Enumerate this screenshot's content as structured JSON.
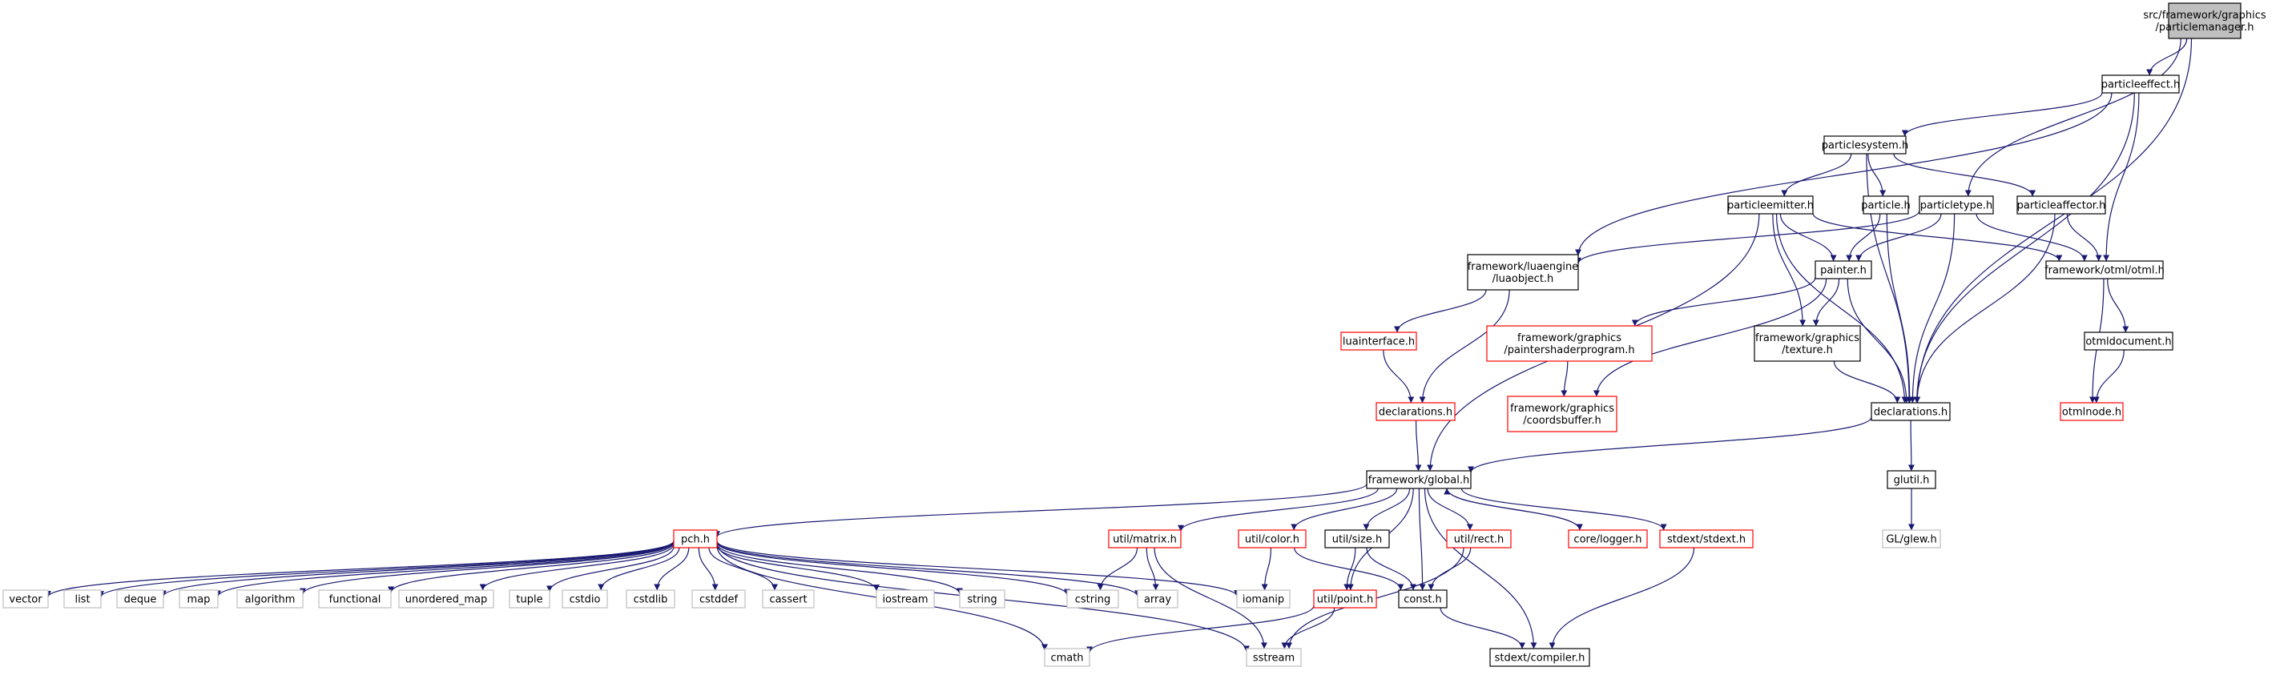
{
  "colors": {
    "edge": "#191970",
    "border_normal": "#000000",
    "border_incomplete": "#ff0000",
    "border_external": "#bfbfbf",
    "fill_root": "#bfbfbf",
    "fill_normal": "#ffffff"
  },
  "nodes": [
    {
      "id": "particlemanager",
      "lines": [
        "src/framework/graphics",
        "/particlemanager.h"
      ],
      "kind": "root"
    },
    {
      "id": "particleeffect",
      "lines": [
        "particleeffect.h"
      ],
      "kind": "normal"
    },
    {
      "id": "particlesystem",
      "lines": [
        "particlesystem.h"
      ],
      "kind": "normal"
    },
    {
      "id": "particleemitter",
      "lines": [
        "particleemitter.h"
      ],
      "kind": "normal"
    },
    {
      "id": "particle",
      "lines": [
        "particle.h"
      ],
      "kind": "normal"
    },
    {
      "id": "particletype",
      "lines": [
        "particletype.h"
      ],
      "kind": "normal"
    },
    {
      "id": "particleaffector",
      "lines": [
        "particleaffector.h"
      ],
      "kind": "normal"
    },
    {
      "id": "luaobject",
      "lines": [
        "framework/luaengine",
        "/luaobject.h"
      ],
      "kind": "normal"
    },
    {
      "id": "painter",
      "lines": [
        "painter.h"
      ],
      "kind": "normal"
    },
    {
      "id": "otml",
      "lines": [
        "framework/otml/otml.h"
      ],
      "kind": "normal"
    },
    {
      "id": "luainterface",
      "lines": [
        "luainterface.h"
      ],
      "kind": "incomplete"
    },
    {
      "id": "paintershaderprogram",
      "lines": [
        "framework/graphics",
        "/paintershaderprogram.h"
      ],
      "kind": "incomplete"
    },
    {
      "id": "texture",
      "lines": [
        "framework/graphics",
        "/texture.h"
      ],
      "kind": "normal"
    },
    {
      "id": "otmldocument",
      "lines": [
        "otmldocument.h"
      ],
      "kind": "normal"
    },
    {
      "id": "declarations_lua",
      "lines": [
        "declarations.h"
      ],
      "kind": "incomplete"
    },
    {
      "id": "coordsbuffer",
      "lines": [
        "framework/graphics",
        "/coordsbuffer.h"
      ],
      "kind": "incomplete"
    },
    {
      "id": "declarations",
      "lines": [
        "declarations.h"
      ],
      "kind": "normal"
    },
    {
      "id": "otmlnode",
      "lines": [
        "otmlnode.h"
      ],
      "kind": "incomplete"
    },
    {
      "id": "global",
      "lines": [
        "framework/global.h"
      ],
      "kind": "normal"
    },
    {
      "id": "glutil",
      "lines": [
        "glutil.h"
      ],
      "kind": "normal"
    },
    {
      "id": "glew",
      "lines": [
        "GL/glew.h"
      ],
      "kind": "external"
    },
    {
      "id": "pch",
      "lines": [
        "pch.h"
      ],
      "kind": "incomplete"
    },
    {
      "id": "matrix",
      "lines": [
        "util/matrix.h"
      ],
      "kind": "incomplete"
    },
    {
      "id": "color",
      "lines": [
        "util/color.h"
      ],
      "kind": "incomplete"
    },
    {
      "id": "size",
      "lines": [
        "util/size.h"
      ],
      "kind": "normal"
    },
    {
      "id": "rect",
      "lines": [
        "util/rect.h"
      ],
      "kind": "incomplete"
    },
    {
      "id": "logger",
      "lines": [
        "core/logger.h"
      ],
      "kind": "incomplete"
    },
    {
      "id": "stdext",
      "lines": [
        "stdext/stdext.h"
      ],
      "kind": "incomplete"
    },
    {
      "id": "vector",
      "lines": [
        "vector"
      ],
      "kind": "external"
    },
    {
      "id": "list",
      "lines": [
        "list"
      ],
      "kind": "external"
    },
    {
      "id": "deque",
      "lines": [
        "deque"
      ],
      "kind": "external"
    },
    {
      "id": "map",
      "lines": [
        "map"
      ],
      "kind": "external"
    },
    {
      "id": "algorithm",
      "lines": [
        "algorithm"
      ],
      "kind": "external"
    },
    {
      "id": "functional",
      "lines": [
        "functional"
      ],
      "kind": "external"
    },
    {
      "id": "unordered_map",
      "lines": [
        "unordered_map"
      ],
      "kind": "external"
    },
    {
      "id": "tuple",
      "lines": [
        "tuple"
      ],
      "kind": "external"
    },
    {
      "id": "cstdio",
      "lines": [
        "cstdio"
      ],
      "kind": "external"
    },
    {
      "id": "cstdlib",
      "lines": [
        "cstdlib"
      ],
      "kind": "external"
    },
    {
      "id": "cstddef",
      "lines": [
        "cstddef"
      ],
      "kind": "external"
    },
    {
      "id": "cassert",
      "lines": [
        "cassert"
      ],
      "kind": "external"
    },
    {
      "id": "iostream",
      "lines": [
        "iostream"
      ],
      "kind": "external"
    },
    {
      "id": "string",
      "lines": [
        "string"
      ],
      "kind": "external"
    },
    {
      "id": "cstring",
      "lines": [
        "cstring"
      ],
      "kind": "external"
    },
    {
      "id": "array",
      "lines": [
        "array"
      ],
      "kind": "external"
    },
    {
      "id": "iomanip",
      "lines": [
        "iomanip"
      ],
      "kind": "external"
    },
    {
      "id": "point",
      "lines": [
        "util/point.h"
      ],
      "kind": "incomplete"
    },
    {
      "id": "const",
      "lines": [
        "const.h"
      ],
      "kind": "normal"
    },
    {
      "id": "cmath",
      "lines": [
        "cmath"
      ],
      "kind": "external"
    },
    {
      "id": "sstream",
      "lines": [
        "sstream"
      ],
      "kind": "external"
    },
    {
      "id": "compiler",
      "lines": [
        "stdext/compiler.h"
      ],
      "kind": "normal"
    }
  ],
  "edges": [
    [
      "particlemanager",
      "particleeffect"
    ],
    [
      "particlemanager",
      "particletype"
    ],
    [
      "particlemanager",
      "declarations"
    ],
    [
      "particleeffect",
      "particlesystem"
    ],
    [
      "particleeffect",
      "luaobject"
    ],
    [
      "particleeffect",
      "otml"
    ],
    [
      "particleeffect",
      "declarations"
    ],
    [
      "particlesystem",
      "particleemitter"
    ],
    [
      "particlesystem",
      "particle"
    ],
    [
      "particlesystem",
      "particleaffector"
    ],
    [
      "particlesystem",
      "declarations"
    ],
    [
      "particleemitter",
      "painter"
    ],
    [
      "particleemitter",
      "otml"
    ],
    [
      "particleemitter",
      "texture"
    ],
    [
      "particleemitter",
      "declarations"
    ],
    [
      "particleemitter",
      "global"
    ],
    [
      "particle",
      "painter"
    ],
    [
      "particle",
      "declarations"
    ],
    [
      "particletype",
      "luaobject"
    ],
    [
      "particletype",
      "painter"
    ],
    [
      "particletype",
      "otml"
    ],
    [
      "particletype",
      "declarations"
    ],
    [
      "particleaffector",
      "otml"
    ],
    [
      "particleaffector",
      "declarations"
    ],
    [
      "luaobject",
      "luainterface"
    ],
    [
      "luaobject",
      "declarations_lua"
    ],
    [
      "painter",
      "paintershaderprogram"
    ],
    [
      "painter",
      "texture"
    ],
    [
      "painter",
      "coordsbuffer"
    ],
    [
      "painter",
      "declarations"
    ],
    [
      "otml",
      "otmldocument"
    ],
    [
      "otml",
      "otmlnode"
    ],
    [
      "luainterface",
      "declarations_lua"
    ],
    [
      "paintershaderprogram",
      "coordsbuffer"
    ],
    [
      "texture",
      "declarations"
    ],
    [
      "otmldocument",
      "otmlnode"
    ],
    [
      "declarations_lua",
      "global"
    ],
    [
      "declarations",
      "global"
    ],
    [
      "declarations",
      "glutil"
    ],
    [
      "glutil",
      "glew"
    ],
    [
      "global",
      "pch"
    ],
    [
      "global",
      "matrix"
    ],
    [
      "global",
      "color"
    ],
    [
      "global",
      "size"
    ],
    [
      "global",
      "rect"
    ],
    [
      "global",
      "logger"
    ],
    [
      "global",
      "stdext"
    ],
    [
      "global",
      "point"
    ],
    [
      "global",
      "const"
    ],
    [
      "global",
      "compiler"
    ],
    [
      "logger",
      "global"
    ],
    [
      "pch",
      "vector"
    ],
    [
      "pch",
      "list"
    ],
    [
      "pch",
      "deque"
    ],
    [
      "pch",
      "map"
    ],
    [
      "pch",
      "algorithm"
    ],
    [
      "pch",
      "functional"
    ],
    [
      "pch",
      "unordered_map"
    ],
    [
      "pch",
      "tuple"
    ],
    [
      "pch",
      "cstdio"
    ],
    [
      "pch",
      "cstdlib"
    ],
    [
      "pch",
      "cstddef"
    ],
    [
      "pch",
      "cassert"
    ],
    [
      "pch",
      "iostream"
    ],
    [
      "pch",
      "string"
    ],
    [
      "pch",
      "cstring"
    ],
    [
      "pch",
      "array"
    ],
    [
      "pch",
      "iomanip"
    ],
    [
      "pch",
      "cmath"
    ],
    [
      "pch",
      "sstream"
    ],
    [
      "matrix",
      "cstring"
    ],
    [
      "matrix",
      "array"
    ],
    [
      "matrix",
      "sstream"
    ],
    [
      "color",
      "iomanip"
    ],
    [
      "color",
      "const"
    ],
    [
      "size",
      "point"
    ],
    [
      "size",
      "const"
    ],
    [
      "rect",
      "const"
    ],
    [
      "rect",
      "sstream"
    ],
    [
      "point",
      "cmath"
    ],
    [
      "point",
      "sstream"
    ],
    [
      "const",
      "compiler"
    ],
    [
      "stdext",
      "compiler"
    ]
  ]
}
